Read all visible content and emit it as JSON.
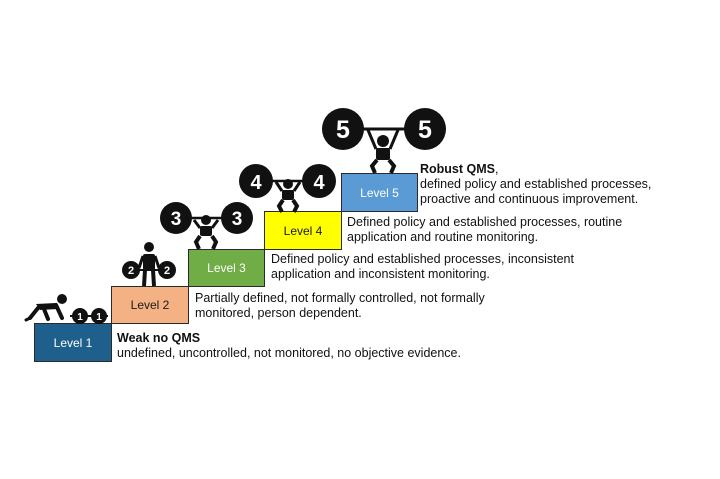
{
  "levels": [
    {
      "label": "Level 1",
      "color": "#1f5f8b",
      "text_color": "#ffffff",
      "plate": "1",
      "heading": "Weak no QMS",
      "lines": [
        "undefined, uncontrolled, not monitored, no objective evidence."
      ]
    },
    {
      "label": "Level 2",
      "color": "#f4b183",
      "text_color": "#1a1a1a",
      "plate": "2",
      "heading": "",
      "lines": [
        "Partially defined, not formally controlled, not formally",
        "monitored, person dependent."
      ]
    },
    {
      "label": "Level 3",
      "color": "#70ad47",
      "text_color": "#ffffff",
      "plate": "3",
      "heading": "",
      "lines": [
        "Defined policy and established processes, inconsistent",
        "application and inconsistent monitoring."
      ]
    },
    {
      "label": "Level 4",
      "color": "#ffff00",
      "text_color": "#1a1a1a",
      "plate": "4",
      "heading": "",
      "lines": [
        "Defined policy and established processes, routine",
        "application and routine monitoring."
      ]
    },
    {
      "label": "Level 5",
      "color": "#5b9bd5",
      "text_color": "#ffffff",
      "plate": "5",
      "heading": "Robust QMS",
      "heading_suffix": ",",
      "lines": [
        "defined policy and established processes,",
        "proactive and continuous improvement."
      ]
    }
  ],
  "icons": [
    "crouching-lifter-icon",
    "holding-lifter-icon",
    "squat-lifter-icon",
    "press-lifter-icon",
    "overhead-lifter-icon"
  ]
}
